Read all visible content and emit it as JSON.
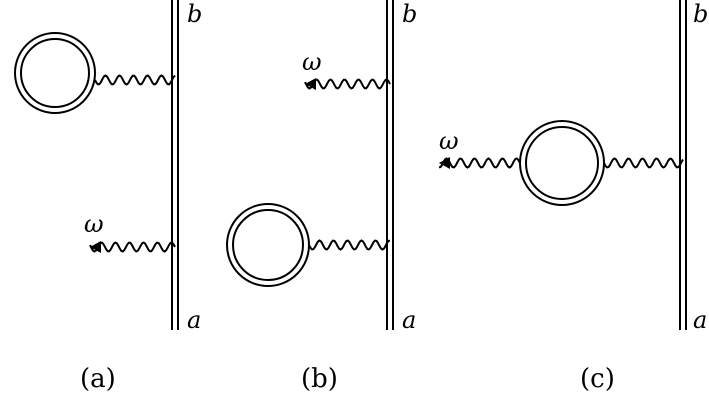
{
  "diagrams": [
    {
      "id": "a",
      "caption": "(a)",
      "top_label": "b",
      "bottom_label": "a",
      "photon_label": "ω"
    },
    {
      "id": "b",
      "caption": "(b)",
      "top_label": "b",
      "bottom_label": "a",
      "photon_label": "ω"
    },
    {
      "id": "c",
      "caption": "(c)",
      "top_label": "b",
      "bottom_label": "a",
      "photon_label": "ω"
    }
  ]
}
